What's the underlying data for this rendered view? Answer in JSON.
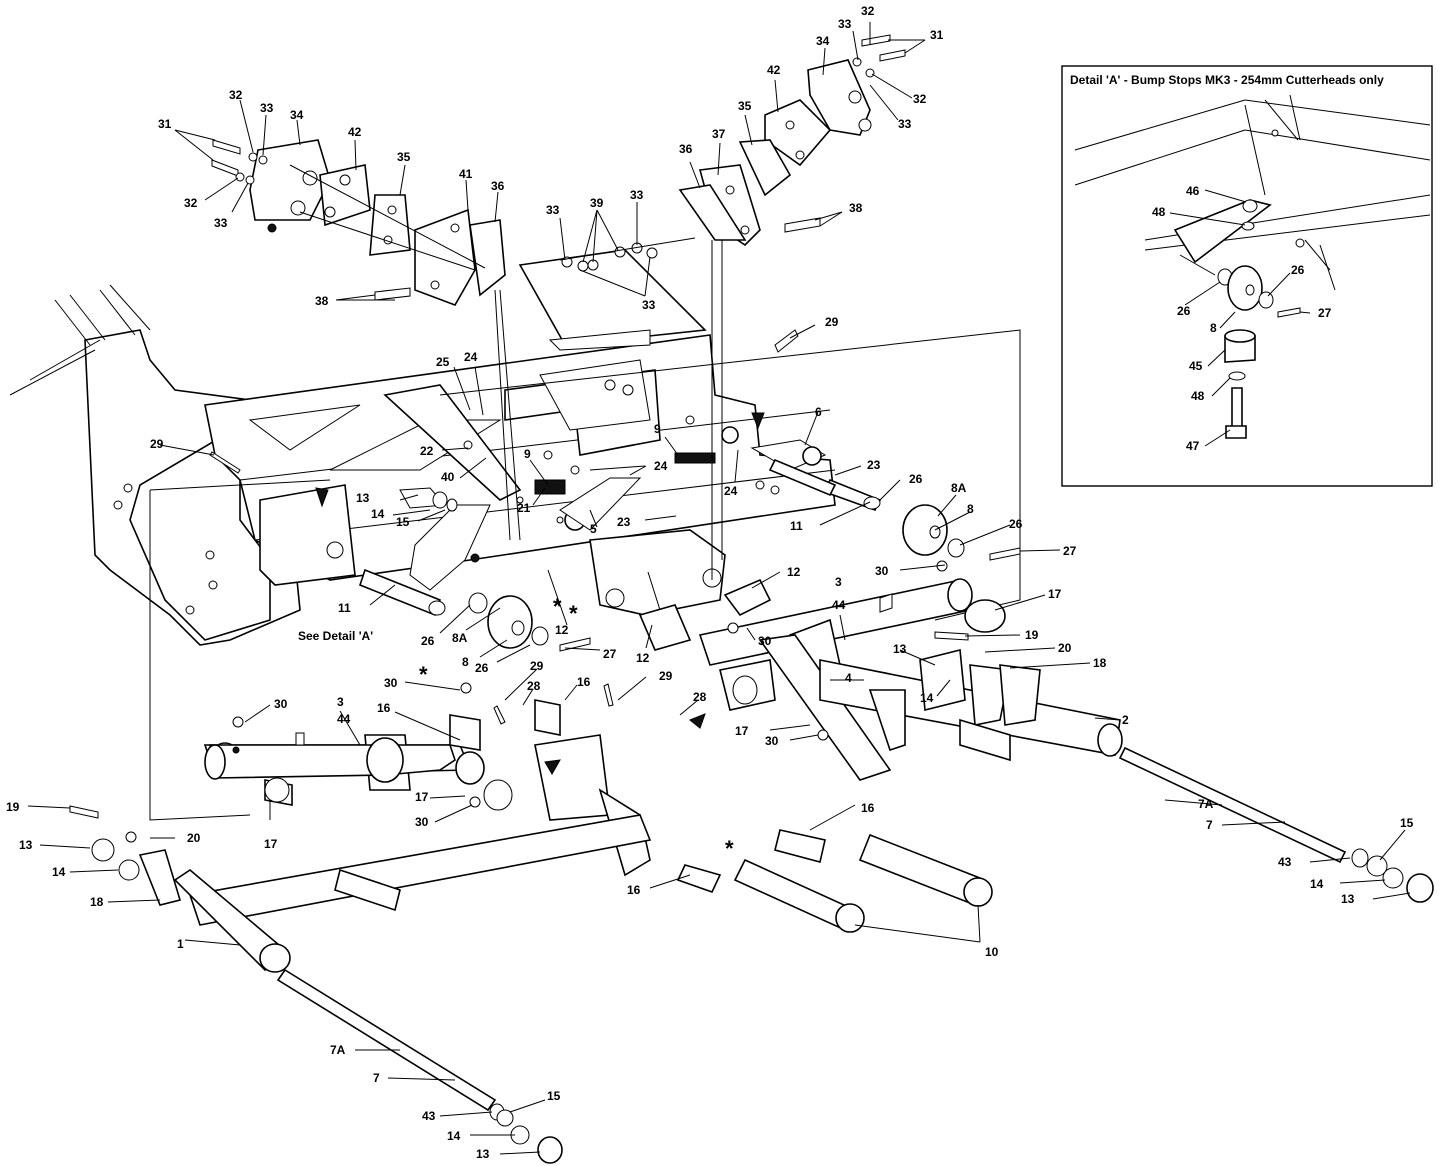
{
  "detail_box": {
    "title": "Detail 'A' - Bump Stops MK3 - 254mm Cutterheads only"
  },
  "see_detail": "See Detail 'A'",
  "asterisk": "*",
  "labels": {
    "l1": "1",
    "l2": "2",
    "l3a": "3",
    "l44a": "44",
    "l3b": "3",
    "l44b": "44",
    "l4": "4",
    "l5": "5",
    "l6": "6",
    "l7a": "7",
    "l7b": "7",
    "l7Aa": "7A",
    "l7Ab": "7A",
    "l8a": "8",
    "l8b": "8",
    "l8c": "8",
    "l8Aa": "8A",
    "l8Ab": "8A",
    "l9a": "9",
    "l9b": "9",
    "l10": "10",
    "l11a": "11",
    "l11b": "11",
    "l12a": "12",
    "l12b": "12",
    "l12c": "12",
    "l13a": "13",
    "l13b": "13",
    "l13c": "13",
    "l13d": "13",
    "l13e": "13",
    "l14a": "14",
    "l14b": "14",
    "l14c": "14",
    "l14d": "14",
    "l14e": "14",
    "l15a": "15",
    "l15b": "15",
    "l15c": "15",
    "l16a": "16",
    "l16b": "16",
    "l16c": "16",
    "l16d": "16",
    "l17a": "17",
    "l17b": "17",
    "l17c": "17",
    "l17d": "17",
    "l18a": "18",
    "l18b": "18",
    "l19a": "19",
    "l19b": "19",
    "l20a": "20",
    "l20b": "20",
    "l21": "21",
    "l22": "22",
    "l23a": "23",
    "l23b": "23",
    "l24a": "24",
    "l24b": "24",
    "l24c": "24",
    "l25": "25",
    "l26a": "26",
    "l26b": "26",
    "l26c": "26",
    "l26d": "26",
    "l26e": "26",
    "l26f": "26",
    "l27a": "27",
    "l27b": "27",
    "l27c": "27",
    "l28a": "28",
    "l28b": "28",
    "l29a": "29",
    "l29b": "29",
    "l29c": "29",
    "l29d": "29",
    "l30a": "30",
    "l30b": "30",
    "l30c": "30",
    "l30d": "30",
    "l30e": "30",
    "l30f": "30",
    "l31a": "31",
    "l31b": "31",
    "l32a": "32",
    "l32b": "32",
    "l32c": "32",
    "l32d": "32",
    "l33a": "33",
    "l33b": "33",
    "l33c": "33",
    "l33d": "33",
    "l33e": "33",
    "l33f": "33",
    "l33g": "33",
    "l34a": "34",
    "l34b": "34",
    "l35a": "35",
    "l35b": "35",
    "l36a": "36",
    "l36b": "36",
    "l37": "37",
    "l38a": "38",
    "l38b": "38",
    "l39": "39",
    "l40": "40",
    "l41": "41",
    "l42a": "42",
    "l42b": "42",
    "l43a": "43",
    "l43b": "43",
    "l45": "45",
    "l46": "46",
    "l47": "47",
    "l48a": "48",
    "l48b": "48"
  }
}
